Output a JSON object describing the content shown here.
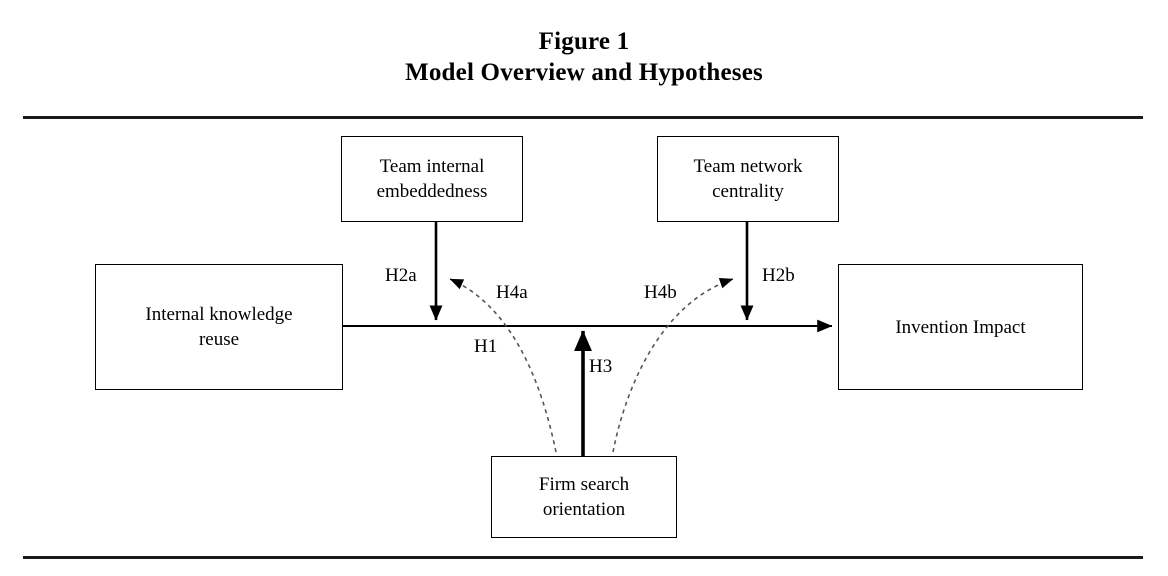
{
  "figure": {
    "title_line1": "Figure 1",
    "title_line2": "Model Overview and Hypotheses"
  },
  "nodes": {
    "team_embeddedness": {
      "line1": "Team internal",
      "line2": "embeddedness"
    },
    "team_centrality": {
      "line1": "Team network",
      "line2": "centrality"
    },
    "knowledge_reuse": {
      "line1": "Internal knowledge",
      "line2": "reuse"
    },
    "invention_impact": {
      "line1": "Invention Impact",
      "line2": ""
    },
    "firm_search": {
      "line1": "Firm search",
      "line2": "orientation"
    }
  },
  "hypotheses": {
    "h1": "H1",
    "h2a": "H2a",
    "h2b": "H2b",
    "h3": "H3",
    "h4a": "H4a",
    "h4b": "H4b"
  },
  "colors": {
    "ink": "#000000",
    "rule": "#1a1a1a",
    "dashed": "#555555",
    "background": "#ffffff"
  }
}
